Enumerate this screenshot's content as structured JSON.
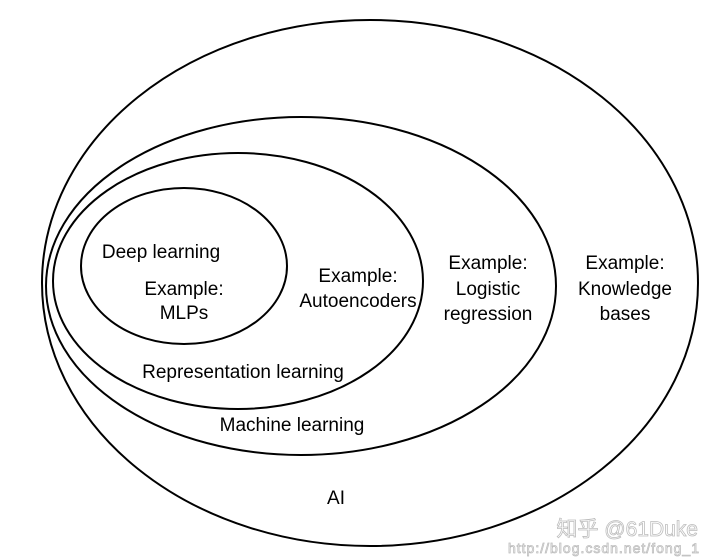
{
  "sets": {
    "ai": {
      "name": "AI",
      "example_heading": "Example:",
      "example_lines": [
        "Knowledge",
        "bases"
      ]
    },
    "machine_learning": {
      "name": "Machine learning",
      "example_heading": "Example:",
      "example_lines": [
        "Logistic",
        "regression"
      ]
    },
    "representation_learning": {
      "name": "Representation learning",
      "example_heading": "Example:",
      "example_lines": [
        "Autoencoders"
      ]
    },
    "deep_learning": {
      "name": "Deep learning",
      "example_heading": "Example:",
      "example_lines": [
        "MLPs"
      ]
    }
  },
  "watermark": {
    "brand": "知乎 @61Duke",
    "url": "http://blog.csdn.net/fong_1"
  }
}
